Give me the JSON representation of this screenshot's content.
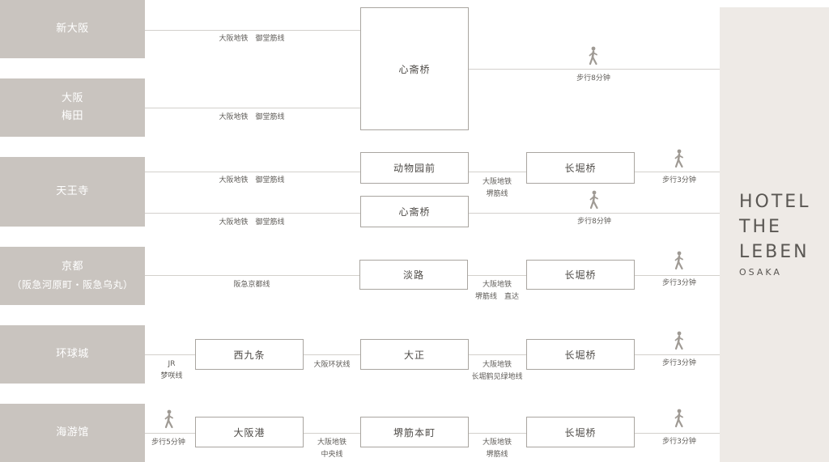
{
  "origins": {
    "shin_osaka": [
      "新大阪"
    ],
    "osaka_umeda": [
      "大阪",
      "梅田"
    ],
    "tennoji": [
      "天王寺"
    ],
    "kyoto": [
      "京都",
      "（阪急河原町・阪急乌丸）"
    ],
    "universal": [
      "环球城"
    ],
    "aquarium": [
      "海游馆"
    ]
  },
  "stations": {
    "shinsaibashi_big": "心斋桥",
    "dobutsuen": "动物园前",
    "nagahoribashi": "长堀桥",
    "shinsaibashi": "心斋桥",
    "awaji": "淡路",
    "nishikujo": "西九条",
    "taisho": "大正",
    "osakako": "大阪港",
    "sakaisuji_hommachi": "堺筋本町"
  },
  "lines": {
    "midosuji": "大阪地铁　御堂筋线",
    "hankyu_kyoto": "阪急京都线",
    "jr": "JR",
    "yumesaki": "梦咲线",
    "loop": "大阪环状线",
    "subway": "大阪地铁",
    "sakaisuji": "堺筋线",
    "sakaisuji_kyoto": "堺筋线　直达",
    "nagahori_tsurumi": "长堀鹤见绿地线",
    "chuo": "中央线"
  },
  "walk": {
    "min8": "步行8分钟",
    "min3": "步行3分钟",
    "min5": "步行5分钟"
  },
  "hotel": {
    "line1": "HOTEL",
    "line2": "THE",
    "line3": "LEBEN",
    "sub": "OSAKA"
  },
  "icons": {
    "walk": "walking-person-icon"
  },
  "colors": {
    "origin_bg": "#c9c4bf",
    "hotel_bg": "#eeeae6",
    "line": "#d3d0cc",
    "box_border": "#a9a5a0",
    "icon": "#9f9a94"
  }
}
